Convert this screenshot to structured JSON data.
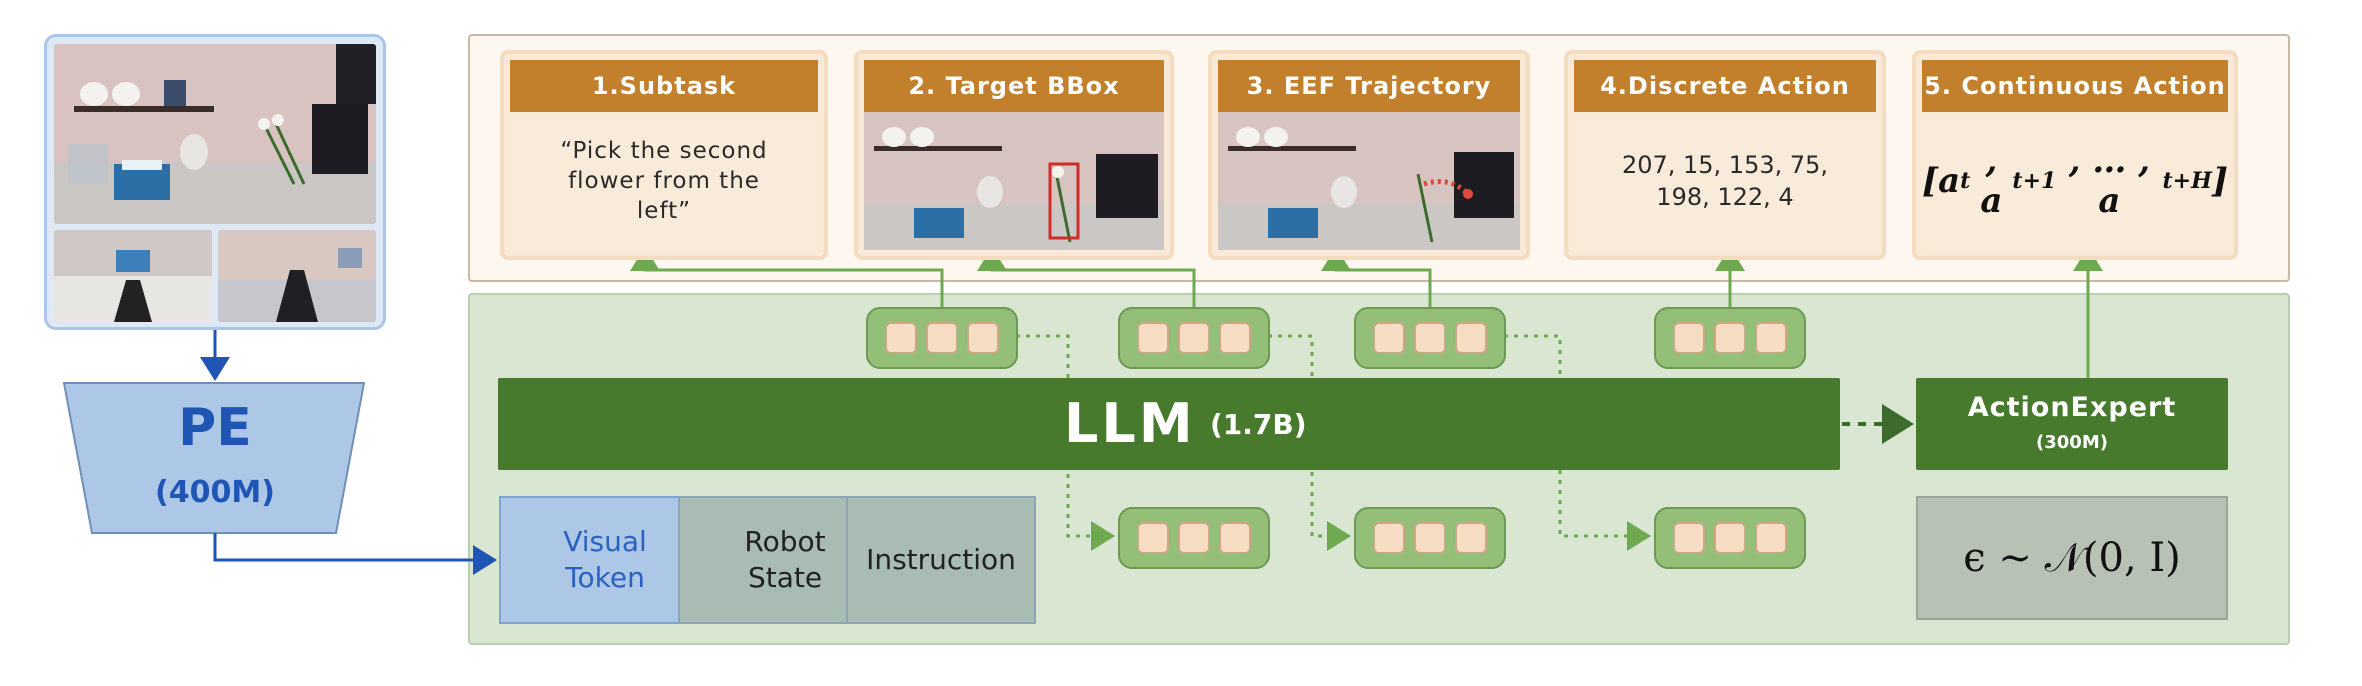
{
  "pe": {
    "name": "PE",
    "size": "(400M)"
  },
  "outputs": [
    {
      "label": "1.Subtask",
      "body": "“Pick the second flower from the left”"
    },
    {
      "label": "2. Target BBox"
    },
    {
      "label": "3. EEF Trajectory"
    },
    {
      "label": "4.Discrete Action",
      "body": "207, 15, 153, 75, 198, 122, 4"
    },
    {
      "label": "5. Continuous Action",
      "body": "[a_t, a_t+1, … , a_t+H]"
    }
  ],
  "llm": {
    "name": "LLM",
    "size": "(1.7B)"
  },
  "action_expert": {
    "name": "ActionExpert",
    "size": "(300M)"
  },
  "inputs": {
    "visual": "Visual Token",
    "robot": "Robot State",
    "instruction": "Instruction"
  },
  "noise": "ϵ ∼ 𝒩(0, I)",
  "colors": {
    "orange_header": "#c27f2c",
    "green_dark": "#477a2d",
    "green_arrow": "#6fa94f",
    "blue": "#1f55b5",
    "token": "#f6ddc3"
  }
}
